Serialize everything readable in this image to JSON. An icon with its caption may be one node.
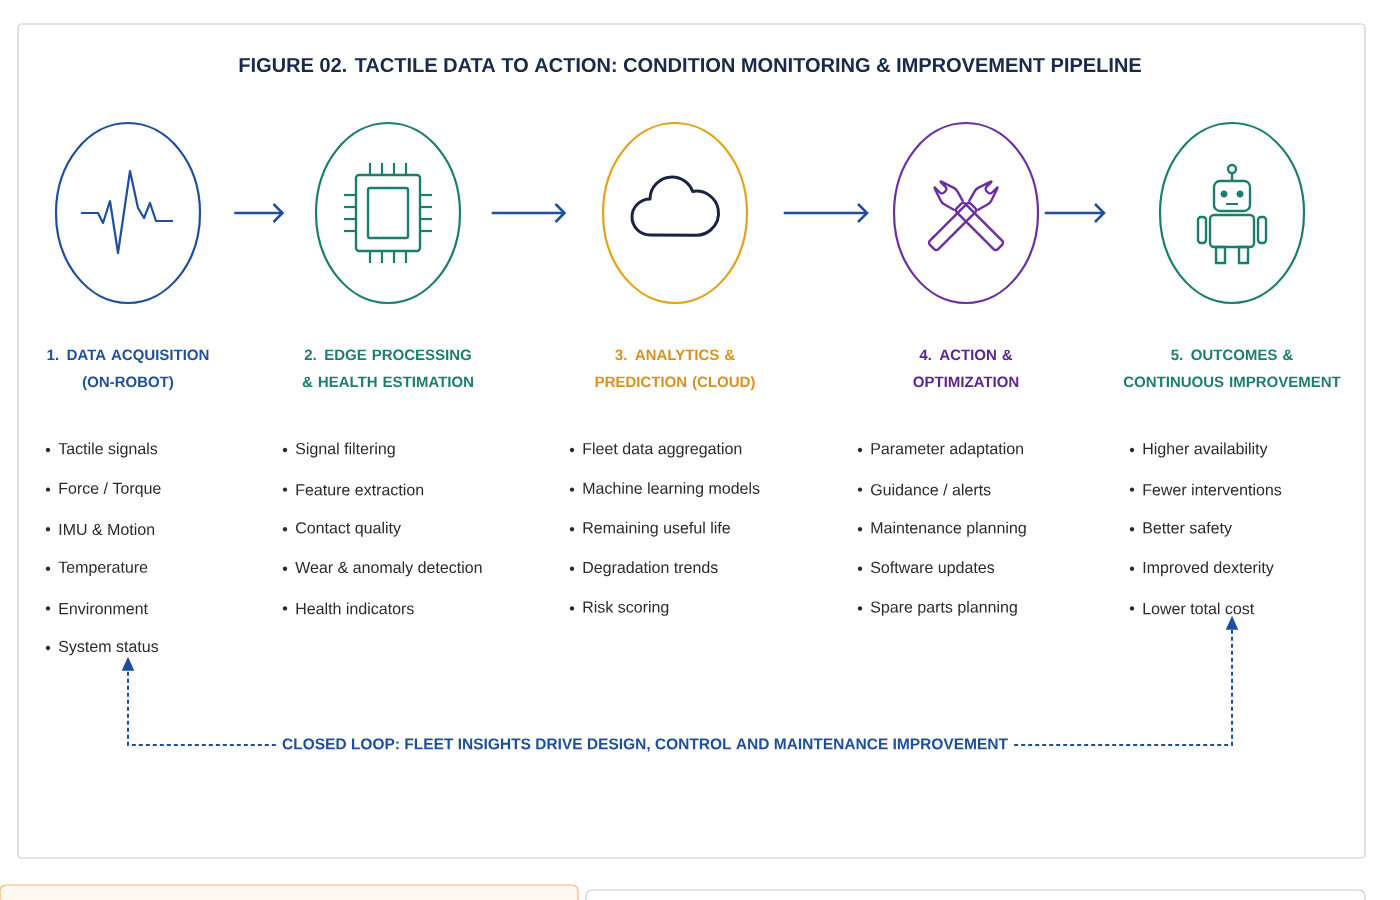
{
  "diagram": {
    "title": "FIGURE 02. TACTILE DATA TO ACTION: CONDITION MONITORING & IMPROVEMENT PIPELINE",
    "nodes": [
      {
        "text": [
          "1. DATA ACQUISITION (ON-ROBOT)",
          "Tactile signals",
          "Force / Torque",
          "IMU & Motion",
          "Temperature",
          "Environment",
          "System status"
        ]
      },
      {
        "text": [
          "2. EDGE PROCESSING & HEALTH ESTIMATION",
          "Signal filtering",
          "Feature extraction",
          "Contact quality",
          "Wear & anomaly detection",
          "Health indicators"
        ]
      },
      {
        "text": [
          "3. ANALYTICS & PREDICTION (CLOUD)",
          "Fleet data aggregation",
          "Machine learning models",
          "Remaining useful life",
          "Degradation trends",
          "Risk scoring"
        ]
      },
      {
        "text": [
          "4. ACTION & OPTIMIZATION",
          "Parameter adaptation",
          "Guidance / alerts",
          "Maintenance planning",
          "Software updates",
          "Spare parts planning"
        ]
      },
      {
        "text": [
          "5. OUTCOMES & CONTINUOUS IMPROVEMENT",
          "Higher availability",
          "Fewer interventions",
          "Better safety",
          "Improved dexterity",
          "Lower total cost"
        ]
      },
      {
        "text": [
          "CLOSED LOOP: FLEET INSIGHTS DRIVE DESIGN, CONTROL AND MAINTENANCE IMPROVEMENT"
        ]
      }
    ],
    "edges": [
      {
        "from": 0,
        "to": 1,
        "arrow": "to"
      },
      {
        "from": 1,
        "to": 2,
        "arrow": "to"
      },
      {
        "from": 2,
        "to": 3,
        "arrow": "to"
      },
      {
        "from": 3,
        "to": 4,
        "arrow": "to"
      },
      {
        "from": 5,
        "to": 0,
        "arrow": "to",
        "style": "dashed"
      },
      {
        "from": 5,
        "to": 4,
        "arrow": "to",
        "style": "dashed"
      }
    ]
  }
}
